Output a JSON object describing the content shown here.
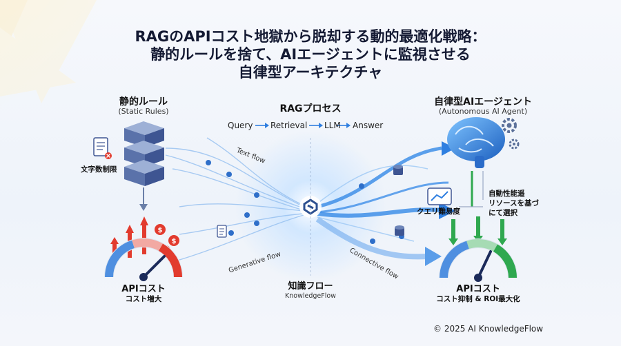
{
  "title": {
    "line1": "RAGのAPIコスト地獄から脱却する動的最適化戦略：",
    "line2": "静的ルールを捨て、AIエージェントに監視させる",
    "line3": "自律型アーキテクチャ"
  },
  "left": {
    "heading": "静的ルール",
    "subheading": "(Static Rules)",
    "doc_label": "文字数制限",
    "gauge_title": "APIコスト",
    "gauge_sub": "コスト増大"
  },
  "center": {
    "heading": "RAGプロセス",
    "process": [
      "Query",
      "Retrieval",
      "LLM",
      "Answer"
    ],
    "flow_labels": [
      "Text flow",
      "Generative flow",
      "Connective flow"
    ],
    "bottom_title": "知識フロー",
    "bottom_sub": "KnowledgeFlow"
  },
  "right": {
    "heading": "自律型AIエージェント",
    "subheading": "(Autonomous AI Agent)",
    "chart_label": "クエリ難易度",
    "note_lines": [
      "自動性能遥",
      "リソースを基づ",
      "にて選択"
    ],
    "gauge_title": "APIコスト",
    "gauge_sub": "コスト抑制 & ROI最大化"
  },
  "footer": "© 2025 AI KnowledgeFlow",
  "colors": {
    "red": "#e23b2e",
    "green": "#2fa84f",
    "blue": "#2f7fe0",
    "navy": "#1b2a5a"
  }
}
